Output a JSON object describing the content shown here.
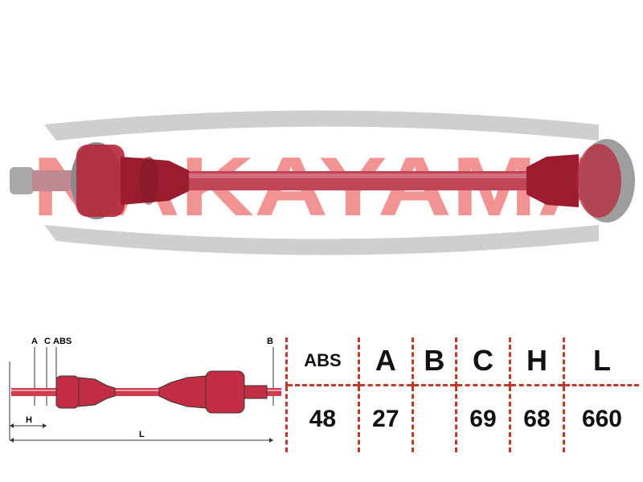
{
  "brand": {
    "logo_text": "NAKAYAMA",
    "logo_color": "#f08080",
    "swoosh_color": "#cfcfcf"
  },
  "product": {
    "shaft_color": "#b5283a",
    "metal_color": "#b9b9b9"
  },
  "schematic": {
    "labels": {
      "A": "A",
      "C": "C",
      "ABS": "ABS",
      "B": "B",
      "H": "H",
      "L": "L"
    }
  },
  "spec_table": {
    "headers": [
      "ABS",
      "A",
      "B",
      "C",
      "H",
      "L"
    ],
    "values": [
      "48",
      "27",
      "",
      "69",
      "68",
      "660"
    ],
    "border_color": "#c0392b"
  }
}
